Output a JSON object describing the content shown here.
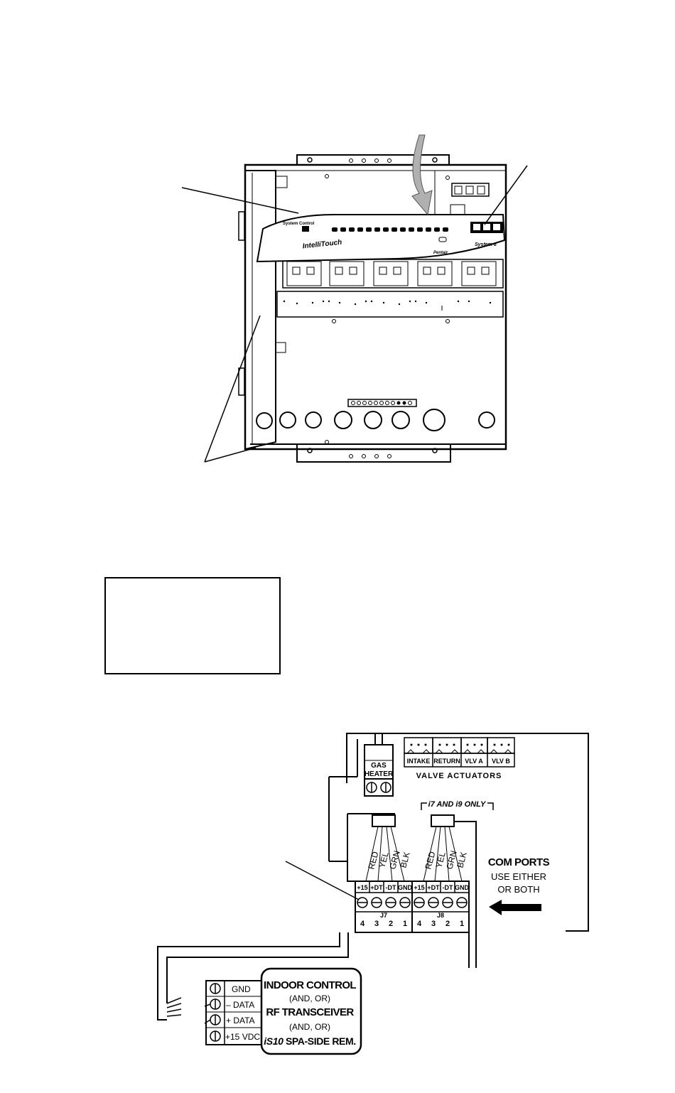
{
  "panel": {
    "brand_logo": "IntelliTouch",
    "pentair_logo": "Pentair",
    "system_logo": "System 8",
    "keypad_title": "System Control"
  },
  "blank_box": {},
  "wiring": {
    "gas_heater": [
      "GAS",
      "HEATER"
    ],
    "valve_labels": [
      "INTAKE",
      "RETURN",
      "VLV A",
      "VLV B"
    ],
    "valve_actuators_label": "VALVE ACTUATORS",
    "i7_i9_label": "i7 AND i9 ONLY",
    "wire_colors": [
      "RED",
      "YEL",
      "GRN",
      "BLK"
    ],
    "terminal_signals": [
      "+15",
      "+DT",
      "-DT",
      "GND"
    ],
    "j7_label": "J7",
    "j8_label": "J8",
    "pin_numbers": [
      "4",
      "3",
      "2",
      "1"
    ],
    "com_ports_title": "COM PORTS",
    "com_ports_line1": "USE EITHER",
    "com_ports_line2": "OR BOTH",
    "remote_terminals": [
      "GND",
      "– DATA",
      "+ DATA",
      "+15 VDC"
    ],
    "remote_box": {
      "line1": "INDOOR CONTROL",
      "line2": "(AND, OR)",
      "line3": "RF TRANSCEIVER",
      "line4": "(AND, OR)",
      "line5_model": "iS10",
      "line5_rest": " SPA-SIDE REM."
    }
  }
}
